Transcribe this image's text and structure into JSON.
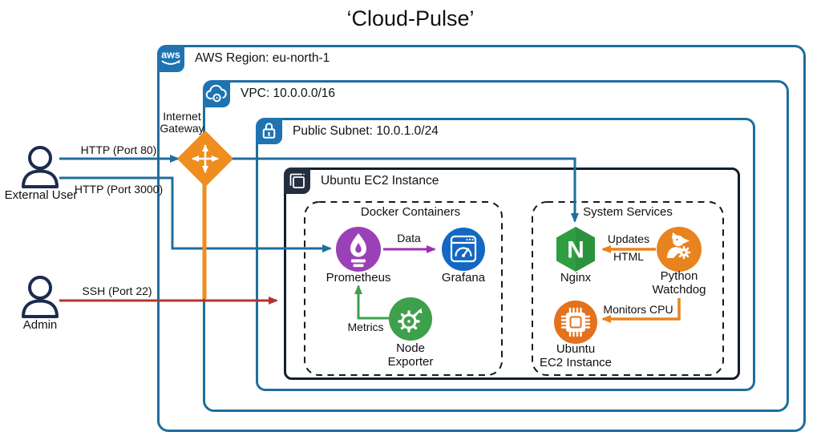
{
  "title": "‘Cloud-Pulse’",
  "boxes": {
    "region": {
      "label": "AWS Region: eu-north-1"
    },
    "vpc": {
      "label": "VPC: 10.0.0.0/16"
    },
    "subnet": {
      "label": "Public Subnet: 10.0.1.0/24"
    },
    "ec2": {
      "label": "Ubuntu EC2 Instance"
    },
    "docker": {
      "label": "Docker Containers"
    },
    "system": {
      "label": "System Services"
    }
  },
  "gateway": {
    "label": "Internet\nGateway"
  },
  "actors": {
    "external_user": {
      "label": "External User"
    },
    "admin": {
      "label": "Admin"
    }
  },
  "nodes": {
    "prometheus": {
      "label": "Prometheus"
    },
    "grafana": {
      "label": "Grafana"
    },
    "node_exporter": {
      "label": "Node\nExporter"
    },
    "nginx": {
      "label": "Nginx",
      "letter": "N"
    },
    "watchdog": {
      "label": "Python\nWatchdog"
    },
    "ubuntu_instance": {
      "label": "Ubuntu\nEC2 Instance"
    }
  },
  "edges": {
    "http80": {
      "label": "HTTP (Port 80)"
    },
    "http3000": {
      "label": "HTTP (Port 3000)"
    },
    "ssh": {
      "label": "SSH (Port 22)"
    },
    "data": {
      "label": "Data"
    },
    "metrics": {
      "label": "Metrics"
    },
    "updates": {
      "label_top": "Updates",
      "label_bottom": "HTML"
    },
    "monitors": {
      "label": "Monitors CPU"
    }
  },
  "icons": {
    "aws_logo_text": "aws"
  },
  "colors": {
    "border_blue": "#1E6E9E",
    "icon_square_blue": "#1F73B0",
    "ec2_border_dark": "#121E2C",
    "ec2_icon_dark": "#232F3E",
    "gateway_orange": "#EF8D1F",
    "prometheus_purple": "#9A41B7",
    "grafana_blue": "#1268C2",
    "node_exporter_green": "#3EA04B",
    "nginx_green": "#2F9E41",
    "watchdog_orange": "#E8831D",
    "ubuntu_orange": "#E4711C",
    "ssh_red": "#B5342A",
    "data_purple": "#9B30B4",
    "person_navy": "#1C2B4D"
  }
}
